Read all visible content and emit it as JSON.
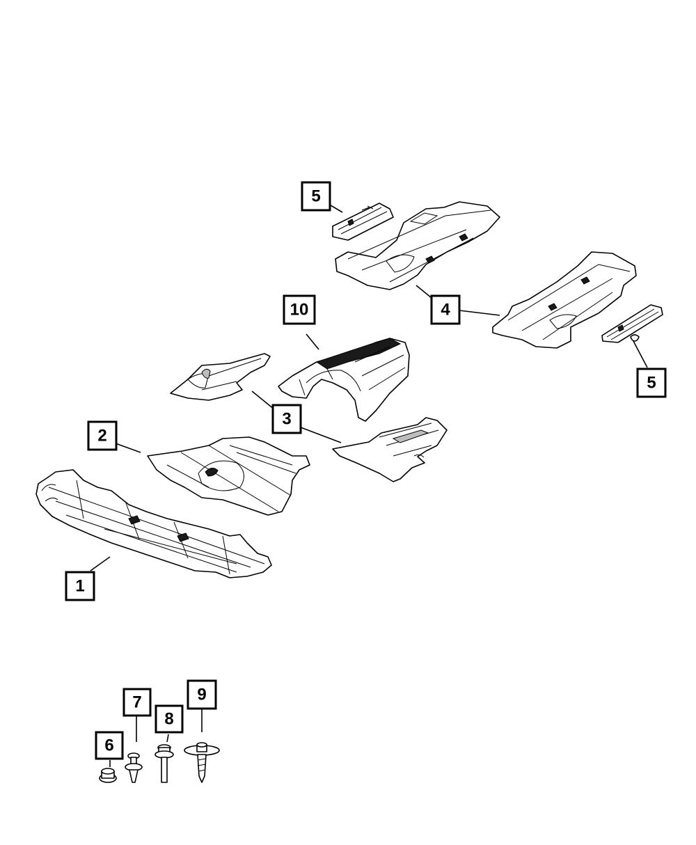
{
  "callouts": [
    {
      "id": "c1",
      "label": "1"
    },
    {
      "id": "c2",
      "label": "2"
    },
    {
      "id": "c3",
      "label": "3"
    },
    {
      "id": "c4",
      "label": "4"
    },
    {
      "id": "c5a",
      "label": "5"
    },
    {
      "id": "c5b",
      "label": "5"
    },
    {
      "id": "c6",
      "label": "6"
    },
    {
      "id": "c7",
      "label": "7"
    },
    {
      "id": "c8",
      "label": "8"
    },
    {
      "id": "c9",
      "label": "9"
    },
    {
      "id": "c10",
      "label": "10"
    }
  ]
}
